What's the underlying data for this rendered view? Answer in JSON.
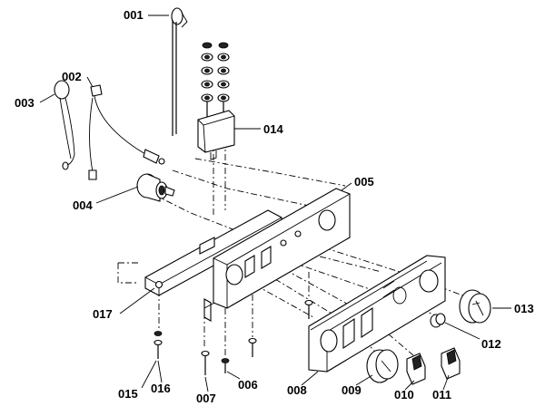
{
  "parts": [
    {
      "id": "p001",
      "label": "001"
    },
    {
      "id": "p002",
      "label": "002"
    },
    {
      "id": "p003",
      "label": "003"
    },
    {
      "id": "p004",
      "label": "004"
    },
    {
      "id": "p005",
      "label": "005"
    },
    {
      "id": "p006",
      "label": "006"
    },
    {
      "id": "p007",
      "label": "007"
    },
    {
      "id": "p008",
      "label": "008"
    },
    {
      "id": "p009",
      "label": "009"
    },
    {
      "id": "p010",
      "label": "010"
    },
    {
      "id": "p011",
      "label": "011"
    },
    {
      "id": "p012",
      "label": "012"
    },
    {
      "id": "p013",
      "label": "013"
    },
    {
      "id": "p014",
      "label": "014"
    },
    {
      "id": "p015",
      "label": "015"
    },
    {
      "id": "p016",
      "label": "016"
    },
    {
      "id": "p017",
      "label": "017"
    }
  ]
}
